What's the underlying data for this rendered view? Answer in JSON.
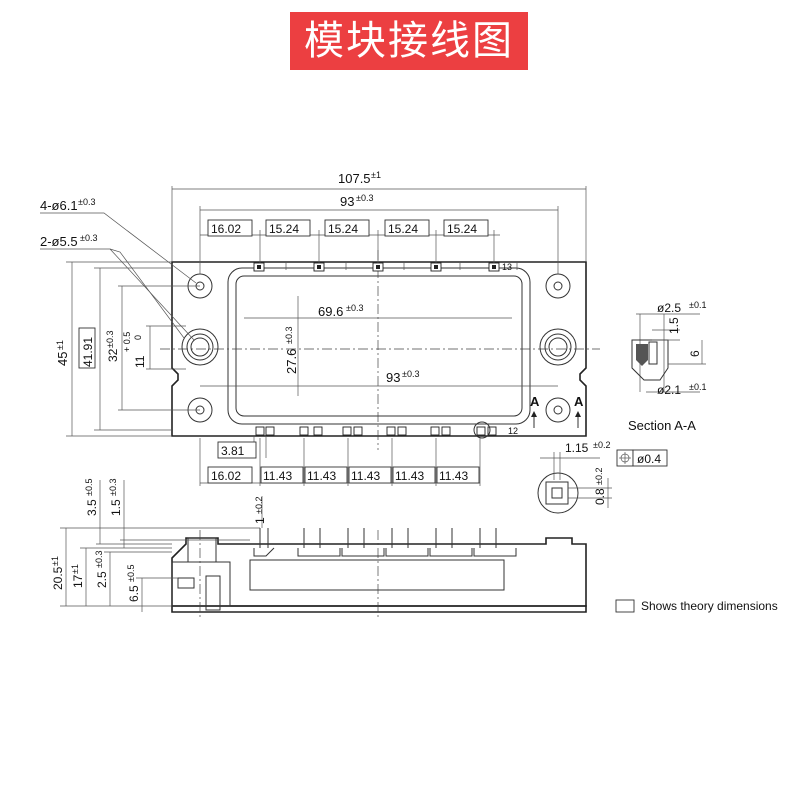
{
  "title": "模块接线图",
  "dims": {
    "overall_length": "107.5",
    "overall_length_tol": "±1",
    "mount_pitch": "93",
    "mount_pitch_tol": "±0.3",
    "top_pitch_1": "16.02",
    "top_pitch_2": "15.24",
    "top_pitch_3": "15.24",
    "top_pitch_4": "15.24",
    "top_pitch_5": "15.24",
    "hole_4": "4-ø6.1",
    "hole_4_tol": "±0.3",
    "hole_2": "2-ø5.5",
    "hole_2_tol": "±0.3",
    "height": "45",
    "height_tol": "±1",
    "inner_height": "41.91",
    "v32": "32",
    "v32_tol": "±0.3",
    "v11": "11",
    "v11_tol_plus": "+ 0.5",
    "v11_tol_minus": "0",
    "window_w": "69.6",
    "window_w_tol": "±0.3",
    "window_h": "27.6",
    "window_h_tol": "±0.3",
    "inner_93": "93",
    "inner_93_tol": "±0.3",
    "b381": "3.81",
    "bottom_pitch_1": "16.02",
    "bottom_pitch_2": "11.43",
    "bottom_pitch_3": "11.43",
    "bottom_pitch_4": "11.43",
    "bottom_pitch_5": "11.43",
    "bottom_pitch_6": "11.43",
    "pin_label_13": "13",
    "pin_label_12": "12",
    "section_marker": "A",
    "sec_d25": "ø2.5",
    "sec_d25_tol": "±0.1",
    "sec_15": "1.5",
    "sec_6": "6",
    "sec_d21": "ø2.1",
    "sec_d21_tol": "±0.1",
    "section_label": "Section A-A",
    "pin_115": "1.15",
    "pin_115_tol": "±0.2",
    "pin_pos": "ø0.4",
    "pin_08": "0.8",
    "pin_08_tol": "±0.2",
    "side_35": "3.5",
    "side_35_tol": "±0.5",
    "side_15": "1.5",
    "side_15_tol": "±0.3",
    "side_1": "1",
    "side_1_tol": "±0.2",
    "side_205": "20.5",
    "side_205_tol": "±1",
    "side_17": "17",
    "side_17_tol": "±1",
    "side_25": "2.5",
    "side_25_tol": "±0.3",
    "side_65": "6.5",
    "side_65_tol": "±0.5",
    "legend_text": "Shows theory dimensions"
  }
}
